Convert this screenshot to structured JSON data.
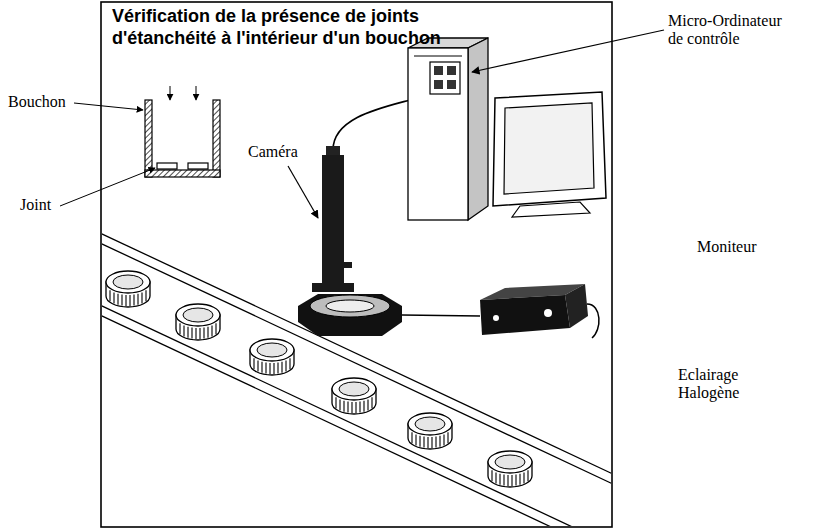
{
  "diagram": {
    "title": "Vérification de la présence de joints d'étanchéité à l'intérieur d'un bouchon",
    "labels": [
      "Bouchon",
      "Joint",
      "Caméra",
      "Micro-Ordinateur de contrôle",
      "Moniteur",
      "Eclairage Halogène"
    ]
  }
}
